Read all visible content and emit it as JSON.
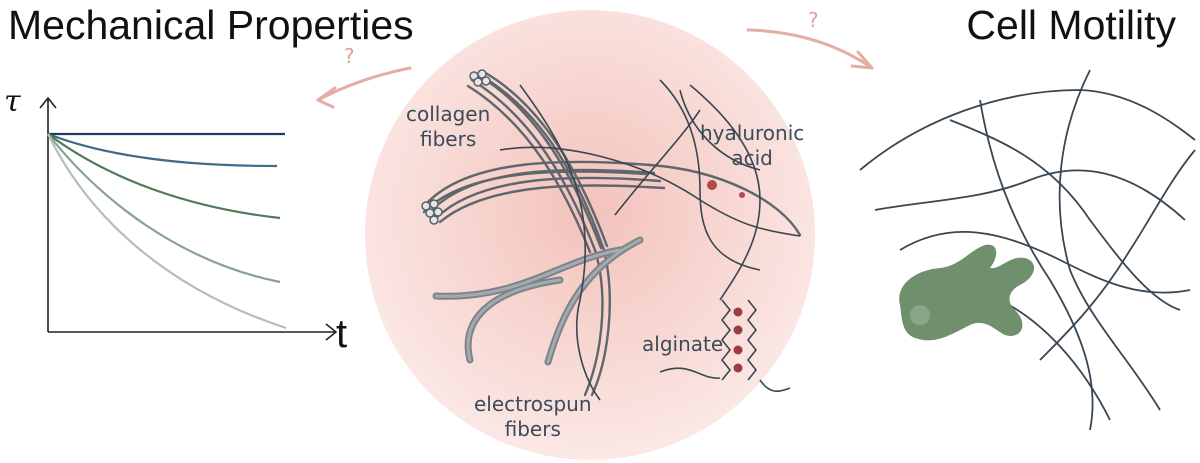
{
  "titles": {
    "left": "Mechanical Properties",
    "right": "Cell Motility"
  },
  "arrows": {
    "left_mark": "?",
    "right_mark": "?"
  },
  "chart": {
    "ylabel": "τ",
    "xlabel": "t"
  },
  "labels": {
    "collagen": [
      "collagen",
      "fibers"
    ],
    "hyaluronic": [
      "hyaluronic",
      "acid"
    ],
    "alginate": "alginate",
    "electrospun": [
      "electrospun",
      "fibers"
    ]
  },
  "colors": {
    "circle": "#f6d3cd",
    "fiber": "#3b4650",
    "arrow": "#e3ada3",
    "cell": "#6f8f6d",
    "curve_dark_blue": "#1f3a5f",
    "curve_blue": "#3f6b8a",
    "curve_green": "#4f7a59",
    "curve_light_green": "#86a48c",
    "curve_grey": "#b9bcbd"
  }
}
